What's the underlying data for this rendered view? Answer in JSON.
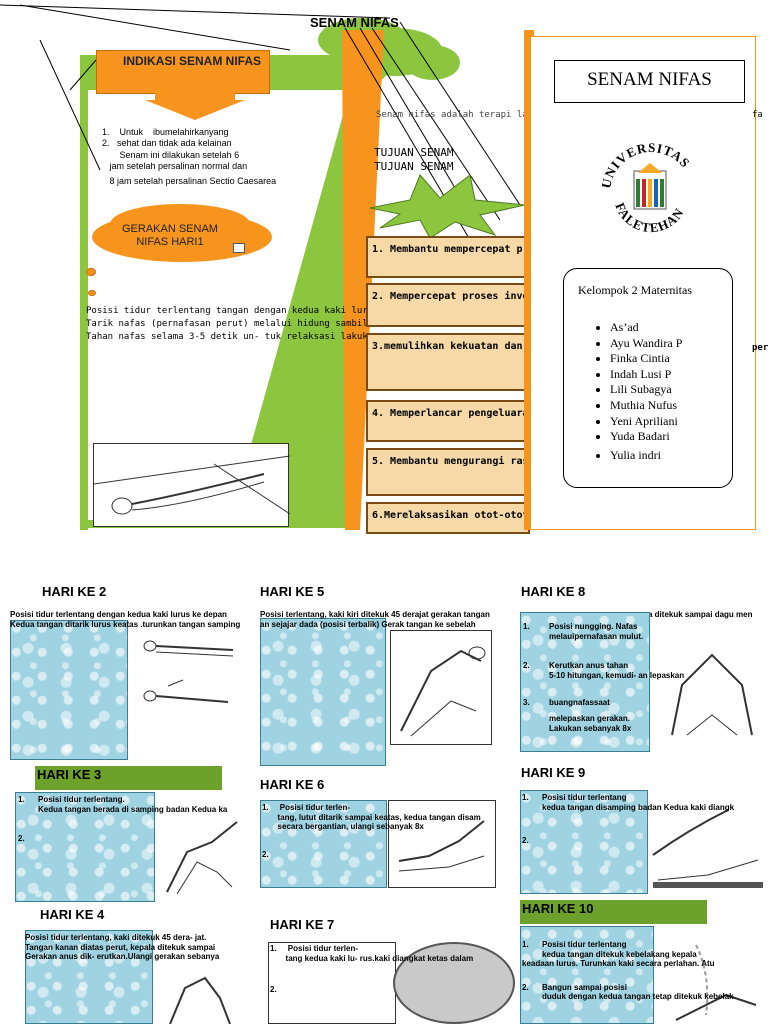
{
  "top": {
    "header": "SENAM NIFAS",
    "indikasi_title": "INDIKASI SENAM NIFAS",
    "indikasi_items": [
      "1.    Untuk    ibumelahirkanyang",
      "2.   sehat dan tidak ada kelainan",
      "       Senam ini dilakukan setelah 6",
      "   jam setelah persalinan normal dan",
      "   8 jam setelah persalinan Sectio Caesarea"
    ],
    "gerakan_title": "GERAKAN SENAM",
    "gerakan_title2": "NIFAS HARI1",
    "posisi_lines": [
      "Posisi tidur terlentang tangan dengan kedua kaki lurus ke",
      "Tarik nafas (pernafasan perut) melalui hidung sambil",
      "Tahan nafas selama 3-5 detik un- tuk relaksasi lakukan"
    ],
    "senam_desc": "Senam nifas adalah terapi lati",
    "tujuan1": "TUJUAN SENAM",
    "tujuan2": "TUJUAN SENAM",
    "right_fragment": "fa",
    "right_fragment2": "per",
    "steps": [
      "1. Membantu mempercepat p",
      "2. Mempercepat proses involu",
      "3.memulihkan kekuatan dan k",
      "4. Memperlancar pengeluaran",
      "5. Membantu mengurangi rasa",
      "6.Merelaksasikan otot-otot"
    ]
  },
  "brochure": {
    "title": "SENAM NIFAS",
    "logo_top": "UNIVERSITAS",
    "logo_bottom": "FALETEHAN",
    "group_title": "Kelompok 2 Maternitas",
    "members": [
      "As’ad",
      "Ayu Wandira P",
      "Finka Cintia",
      "Indah Lusi P",
      "Lili Subagya",
      "Muthia Nufus",
      "Yeni Apriliani",
      "Yuda Badari",
      "Yulia indri"
    ]
  },
  "days": {
    "d2": {
      "title": "HARI KE 2",
      "line1": "Posisi tidur terlentang dengan kedua kaki lurus ke depan",
      "line2": "Kedua tangan ditarik lurus keatas .turunkan tangan samping"
    },
    "d3": {
      "title": "HARI KE 3",
      "item1": "1.      Posisi tidur terlentang.",
      "item1b": "         Kedua tangan berada di samping badan Kedua ka",
      "item2": "2."
    },
    "d4": {
      "title": "HARI KE 4",
      "line1": "Posisi tidur terlentang, kaki ditekuk 45 dera- jat.",
      "line2": "Tangan kanan diatas perut, kepala ditekuk sampai",
      "line3": "Gerakan anus dik- erutkan.Ulangi gerakan sebanya"
    },
    "d5": {
      "title": "HARI KE 5",
      "line1": "Posisi terlentang, kaki kiri ditekuk 45 derajat gerakan tangan",
      "line2": "an sejajar dada (posisi terbalik) Gerak tangan ke sebelah"
    },
    "d6": {
      "title": "HARI KE 6",
      "item1": "1.     Posisi tidur terlen-",
      "item1b": "       tang, lutut ditarik sampai keatas, kedua tangan disam",
      "item1c": "       secara bergantian, ulangi sebanyak 8x",
      "item2": "2."
    },
    "d7": {
      "title": "HARI KE 7",
      "item1": "1.     Posisi tidur terlen-",
      "item1b": "       tang kedua kaki lu- rus.kaki diangkat ketas dalam",
      "item2": "2."
    },
    "d8": {
      "title": "HARI KE 8",
      "frag": "a ditekuk sampai dagu men",
      "item1": "Posisi nungging. Nafas",
      "item1b": "melauipernafasan mulut.",
      "item2": "Kerutkan anus tahan",
      "item2b": "5-10 hitungan, kemudi- an lepaskan",
      "item3": "buangnafassaat",
      "item3b": "melepaskan gerakan.",
      "item3c": "Lakukan sebanyak 8x"
    },
    "d9": {
      "title": "HARI KE 9",
      "item1": "1.      Posisi tidur terlentang",
      "item1b": "         kedua tangan disamping badan Kedua kaki diangk",
      "item2": "2."
    },
    "d10": {
      "title": "HARI KE 10",
      "item1": "1.      Posisi tidur terlentang",
      "item1b": "         kedua tangan ditekuk kebelakang kepala",
      "item1c": "keadaan lurus. Turunkan kaki secara perlahan. Atu",
      "item2": "2.      Bangun sampai posisi",
      "item2b": "         duduk dengan kedua tangan tetap ditekuk kebelak"
    }
  }
}
